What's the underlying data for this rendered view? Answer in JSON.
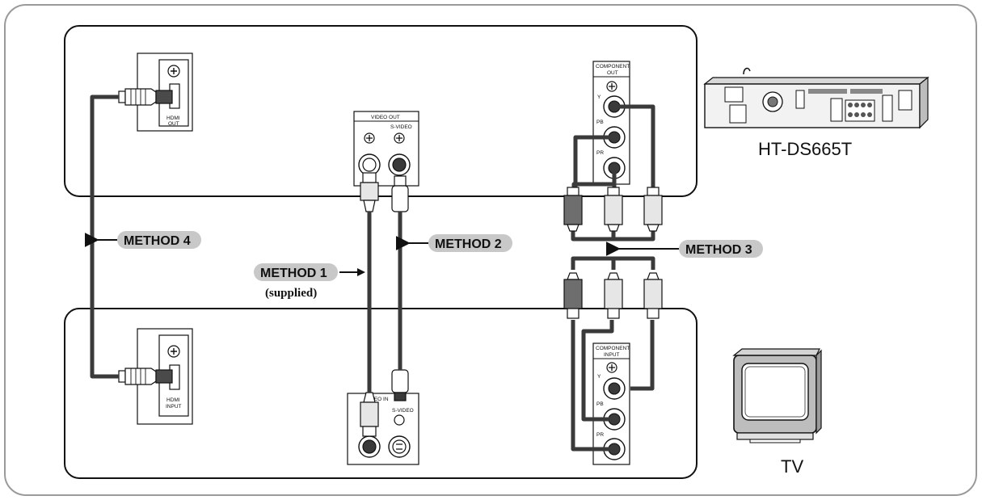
{
  "device_names": {
    "player": "HT-DS665T",
    "tv": "TV"
  },
  "methods": {
    "method1": "METHOD 1",
    "method1_note": "(supplied)",
    "method2": "METHOD 2",
    "method3": "METHOD 3",
    "method4": "METHOD 4"
  },
  "panels": {
    "hdmi_out": [
      "HDMI",
      "OUT"
    ],
    "hdmi_input": [
      "HDMI",
      "INPUT"
    ],
    "video_out": "VIDEO OUT",
    "s_video_out": "S-VIDEO",
    "video_in": "VIDEO IN",
    "s_video_in": "S-VIDEO",
    "component_out": [
      "COMPONENT",
      "OUT"
    ],
    "component_input": [
      "COMPONENT",
      "INPUT"
    ],
    "y": "Y",
    "pb": "PB",
    "pr": "PR"
  },
  "colors": {
    "cable": "#3a3a3a",
    "label_pill": "#c8c8c8",
    "dark_plug": "#6e6e6e",
    "light_plug": "#e6e6e6"
  }
}
